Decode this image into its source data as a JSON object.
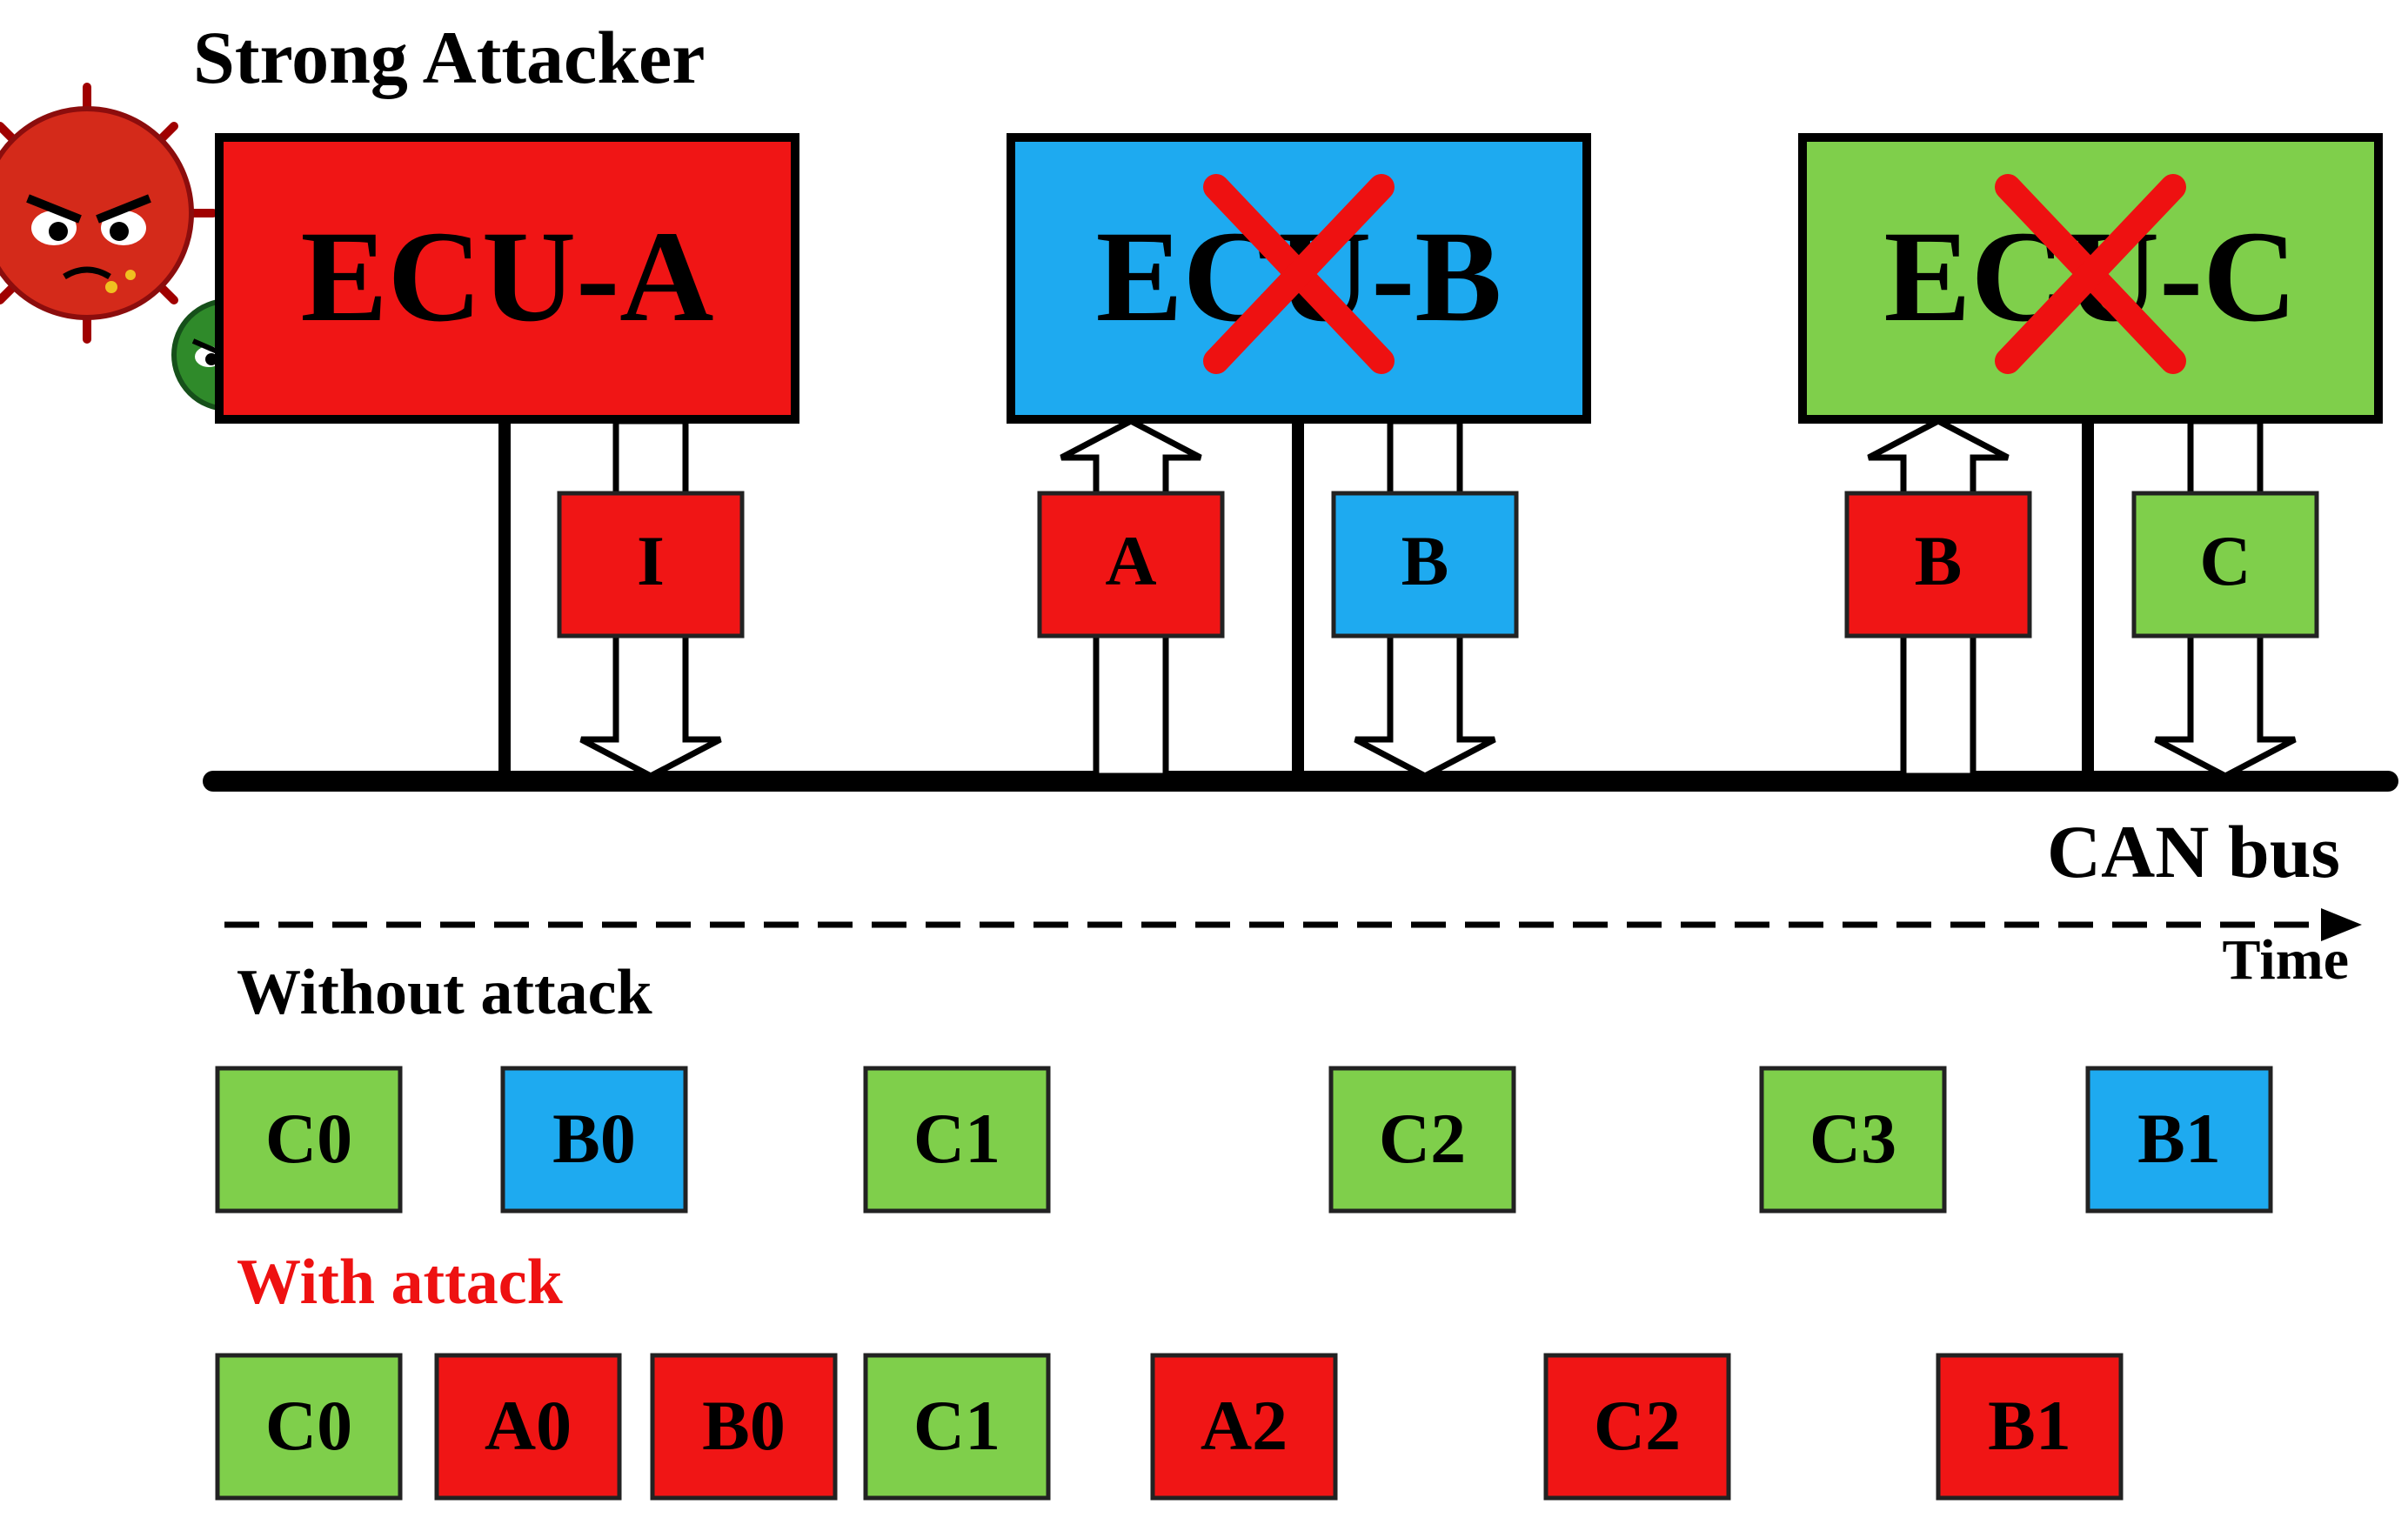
{
  "title": "Strong Attacker",
  "bus_label": "CAN bus",
  "time_label": "Time",
  "colors": {
    "red": "#f01515",
    "blue": "#1eaaf0",
    "green": "#7fcf4b",
    "cross": "#ee1111",
    "line": "#000000"
  },
  "ecus": [
    {
      "label": "ECU-A",
      "color": "red",
      "crossed": false
    },
    {
      "label": "ECU-B",
      "color": "blue",
      "crossed": true
    },
    {
      "label": "ECU-C",
      "color": "green",
      "crossed": true
    }
  ],
  "frames": [
    {
      "label": "I",
      "color": "red",
      "direction": "down"
    },
    {
      "label": "A",
      "color": "red",
      "direction": "up"
    },
    {
      "label": "B",
      "color": "blue",
      "direction": "down"
    },
    {
      "label": "B",
      "color": "red",
      "direction": "up"
    },
    {
      "label": "C",
      "color": "green",
      "direction": "down"
    }
  ],
  "without_attack": {
    "label": "Without attack",
    "messages": [
      {
        "label": "C0",
        "color": "green"
      },
      {
        "label": "B0",
        "color": "blue"
      },
      {
        "label": "C1",
        "color": "green"
      },
      {
        "label": "C2",
        "color": "green"
      },
      {
        "label": "C3",
        "color": "green"
      },
      {
        "label": "B1",
        "color": "blue"
      }
    ]
  },
  "with_attack": {
    "label": "With attack",
    "messages": [
      {
        "label": "C0",
        "color": "green"
      },
      {
        "label": "A0",
        "color": "red"
      },
      {
        "label": "B0",
        "color": "red"
      },
      {
        "label": "C1",
        "color": "green"
      },
      {
        "label": "A2",
        "color": "red"
      },
      {
        "label": "C2",
        "color": "red"
      },
      {
        "label": "B1",
        "color": "red"
      }
    ]
  }
}
